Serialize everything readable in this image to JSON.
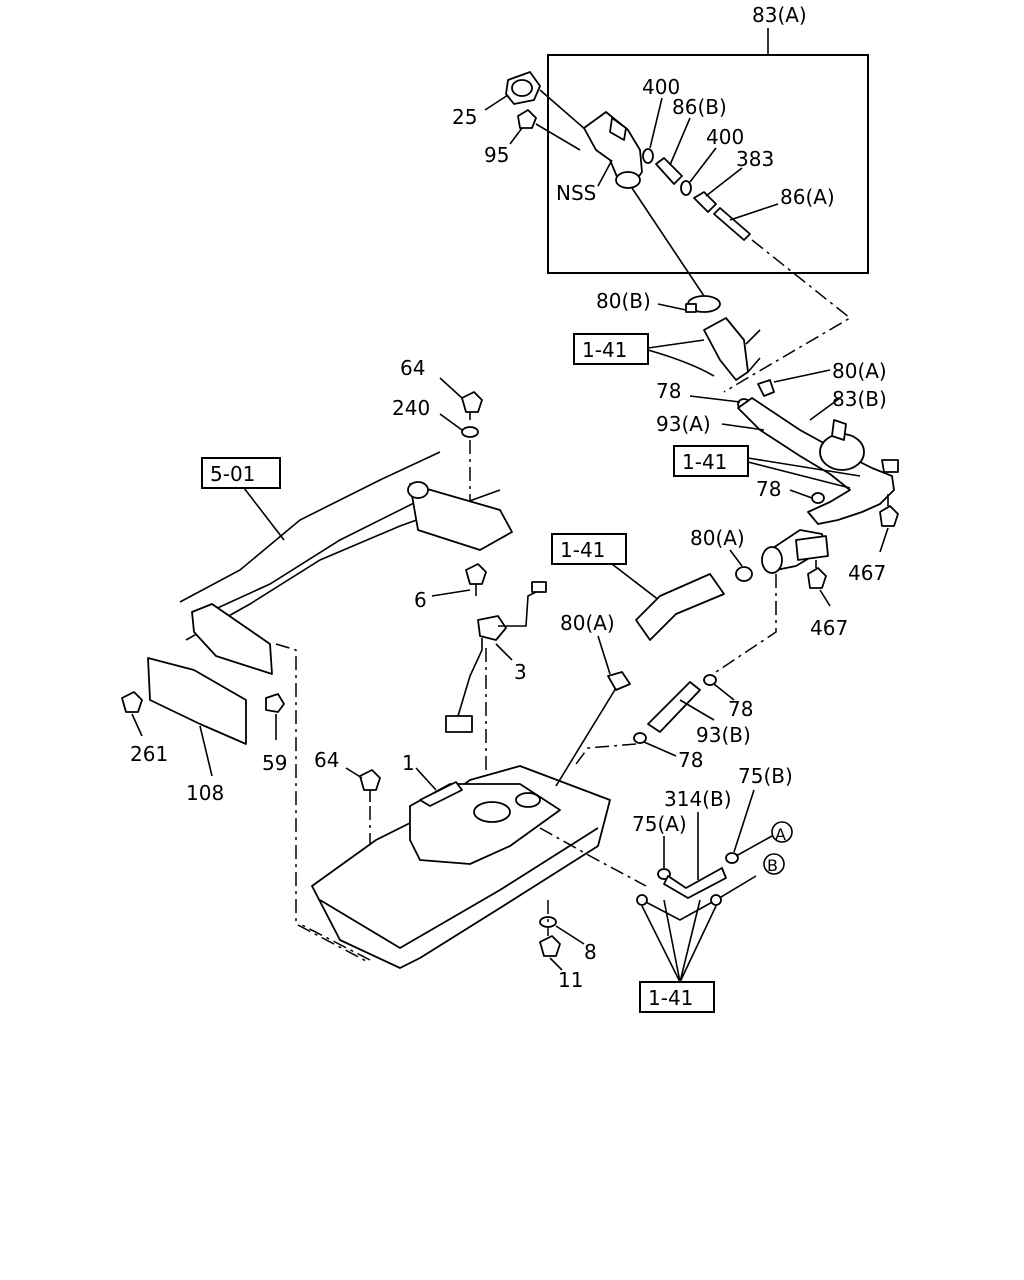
{
  "labels": {
    "l83a": "83(A)",
    "l25": "25",
    "l95": "95",
    "l400a": "400",
    "l86b": "86(B)",
    "l400b": "400",
    "l383": "383",
    "l86a": "86(A)",
    "lnss": "NSS",
    "l80b": "80(B)",
    "l80a_top": "80(A)",
    "l78_top": "78",
    "l83b": "83(B)",
    "l93a": "93(A)",
    "l78_mid": "78",
    "l80a_mid": "80(A)",
    "l467a": "467",
    "l467b": "467",
    "l64_top": "64",
    "l240": "240",
    "l6": "6",
    "l3": "3",
    "l80a_low": "80(A)",
    "l78_low1": "78",
    "l93b": "93(B)",
    "l78_low2": "78",
    "l261": "261",
    "l108": "108",
    "l59": "59",
    "l64_low": "64",
    "l1": "1",
    "l75b": "75(B)",
    "l314b": "314(B)",
    "l75a": "75(A)",
    "lA": "A",
    "lB": "B",
    "l8": "8",
    "l11": "11"
  },
  "refs": {
    "r141_a": "1-41",
    "r141_b": "1-41",
    "r141_c": "1-41",
    "r141_d": "1-41",
    "r501": "5-01"
  }
}
